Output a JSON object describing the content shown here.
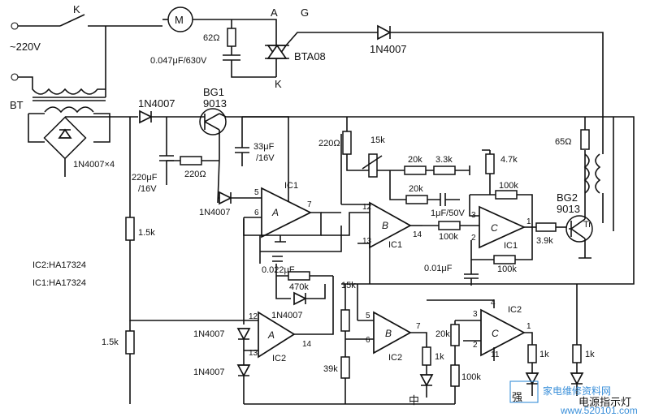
{
  "labels": {
    "switch": "K",
    "mains": "~220V",
    "transformer": "BT",
    "bridge": "1N4007×4",
    "motor": "M",
    "triac_a": "A",
    "triac_g": "G",
    "triac_k": "K",
    "triac_part": "BTA08",
    "r62": "62Ω",
    "c047": "0.047μF/630V",
    "d_gate": "1N4007",
    "d_rect": "1N4007",
    "bg1_name": "BG1",
    "bg1_part": "9013",
    "c220": "220μF",
    "c220_v": "/16V",
    "r220_emit": "220Ω",
    "c33": "33μF",
    "c33_v": "/16V",
    "d_ic1a": "1N4007",
    "ic1": "IC1",
    "opamp_a": "A",
    "opamp_b": "B",
    "opamp_c": "C",
    "r220_top": "220Ω",
    "pot15k": "15k",
    "r20k_a": "20k",
    "r33k": "3.3k",
    "r20k_b": "20k",
    "r47k": "4.7k",
    "r100k_fb": "100k",
    "c1uf": "1μF/50V",
    "r100k_in": "100k",
    "r39k": "3.9k",
    "r100k_fb2": "100k",
    "c001": "0.01μF",
    "r65": "65Ω",
    "bg2_name": "BG2",
    "bg2_part": "9013",
    "tr": "Tr",
    "r15k_a": "1.5k",
    "r15k_b": "1.5k",
    "ic2_note": "IC2:HA17324",
    "ic1_note": "IC1:HA17324",
    "c0022": "0.022μF",
    "r470k": "470k",
    "d_fb": "1N4007",
    "d_ic2_a": "1N4007",
    "d_ic2_b": "1N4007",
    "ic2": "IC2",
    "r15k_c": "15k",
    "r39k_b": "39k",
    "r20k_c": "20k",
    "r100k_b": "100k",
    "r1k_a": "1k",
    "r1k_b": "1k",
    "r1k_c": "1k",
    "led_mid": "中",
    "led_strong": "强",
    "led_power": "电源指示灯",
    "watermark": "家电维修资料网",
    "watermark_url": "www.520101.com",
    "pin_ic1a_5": "5",
    "pin_ic1a_6": "6",
    "pin_ic1a_7": "7",
    "pin_ic1b_12": "12",
    "pin_ic1b_13": "13",
    "pin_ic1b_14": "14",
    "pin_ic1c_3": "3",
    "pin_ic1c_2": "2",
    "pin_ic1c_1": "1",
    "pin_ic2a_12": "12",
    "pin_ic2a_13": "13",
    "pin_ic2a_14": "14",
    "pin_ic2b_5": "5",
    "pin_ic2b_6": "6",
    "pin_ic2b_7": "7",
    "pin_ic2c_3": "3",
    "pin_ic2c_2": "2",
    "pin_ic2c_1": "1",
    "pin_ic2c_4": "4",
    "pin_ic2c_11": "11"
  },
  "colors": {
    "ink": "#111111",
    "watermark": "#3a8fd9"
  }
}
